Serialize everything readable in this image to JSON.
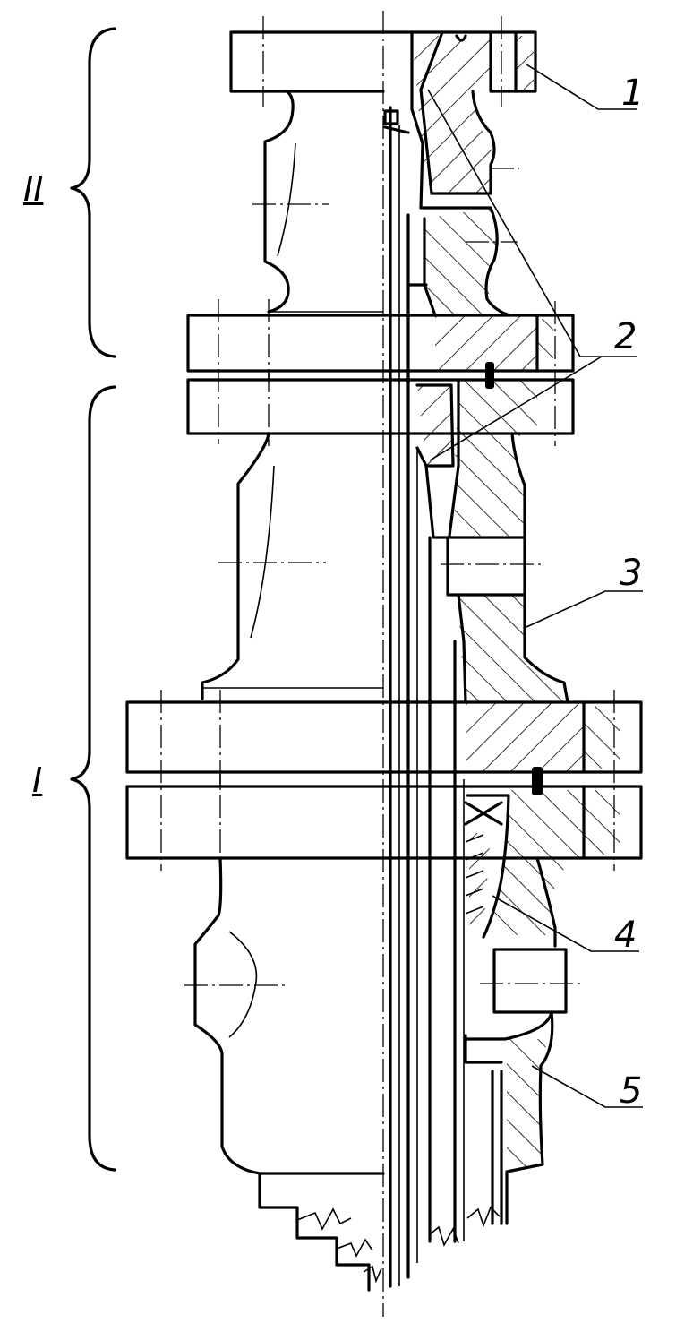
{
  "callouts": {
    "part_1": "1",
    "part_2": "2",
    "part_3": "3",
    "part_4": "4",
    "part_5": "5"
  },
  "sections": {
    "upper": "II",
    "lower": "I"
  },
  "colors": {
    "ink": "#000000",
    "paper": "#ffffff"
  }
}
